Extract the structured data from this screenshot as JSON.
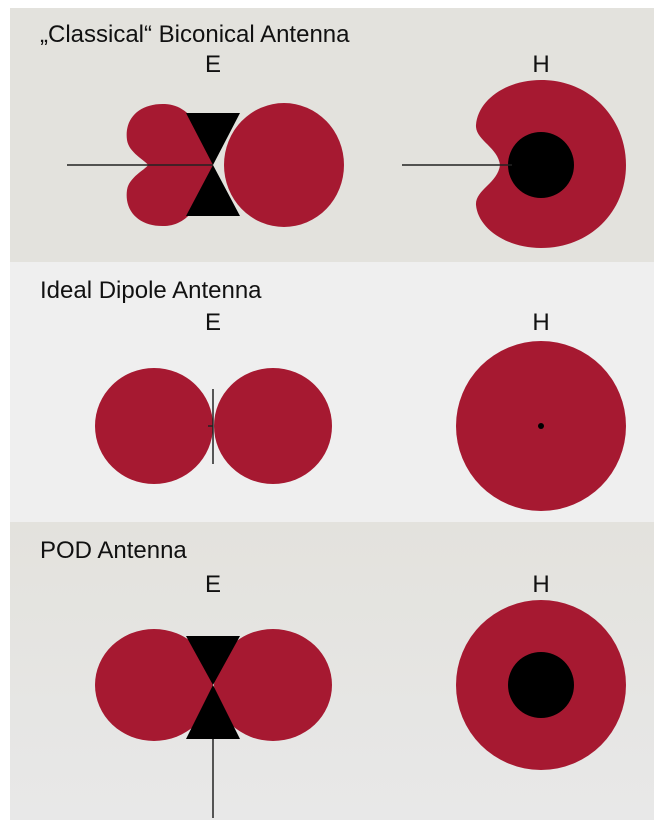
{
  "colors": {
    "lobe": "#a61931",
    "antenna": "#000000",
    "panel_top": "#e3e2dd",
    "panel_middle": "#efefef",
    "panel_bottom_top": "#e3e2dd",
    "panel_bottom_bottom": "#e8e8e8"
  },
  "panels": [
    {
      "title": "„Classical“ Biconical Antenna",
      "e_label": "E",
      "h_label": "H"
    },
    {
      "title": "Ideal Dipole Antenna",
      "e_label": "E",
      "h_label": "H"
    },
    {
      "title": "POD Antenna",
      "e_label": "E",
      "h_label": "H"
    }
  ]
}
